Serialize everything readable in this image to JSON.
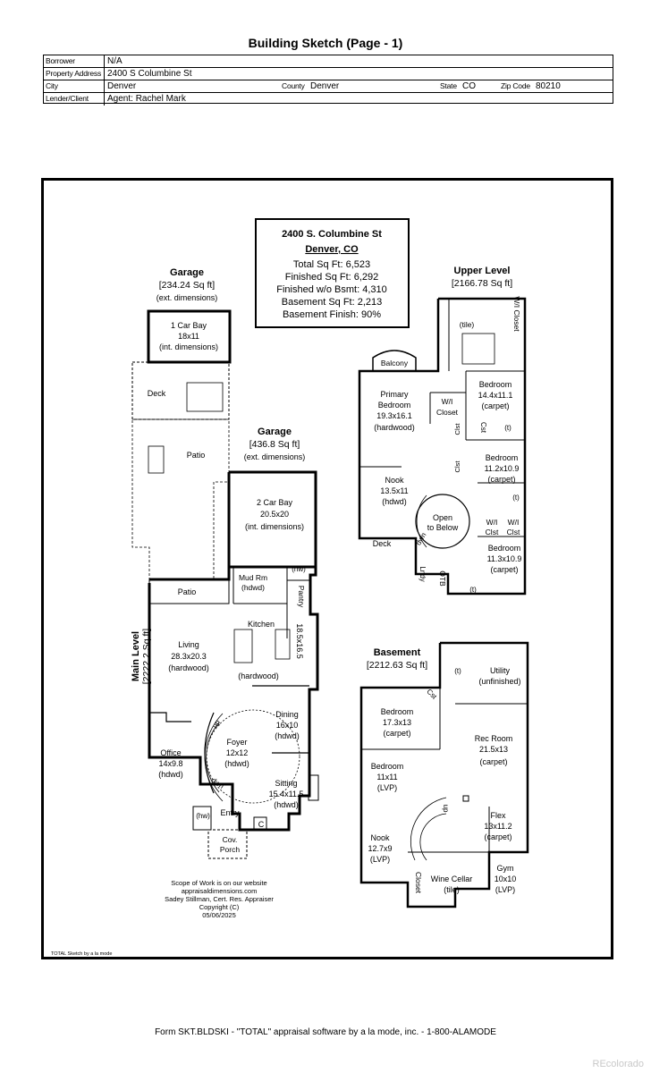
{
  "form_title": "Building Sketch (Page - 1)",
  "header": {
    "borrower_label": "Borrower",
    "borrower_value": "N/A",
    "property_label": "Property Address",
    "property_value": "2400 S Columbine St",
    "city_label": "City",
    "city_value": "Denver",
    "county_label": "County",
    "county_value": "Denver",
    "state_label": "State",
    "state_value": "CO",
    "zip_label": "Zip Code",
    "zip_value": "80210",
    "lender_label": "Lender/Client",
    "lender_value": "Agent: Rachel Mark"
  },
  "summary": {
    "address": "2400 S. Columbine St",
    "city": "Denver, CO",
    "total": "Total Sq Ft: 6,523",
    "finished": "Finished Sq Ft: 6,292",
    "finished_wo_bsmt": "Finished w/o Bsmt: 4,310",
    "basement": "Basement Sq Ft: 2,213",
    "basement_finish": "Basement Finish: 90%"
  },
  "garage1": {
    "title": "Garage",
    "sqft": "[234.24 Sq ft]",
    "ext": "(ext. dimensions)",
    "room_name": "1 Car Bay",
    "room_dim": "18x11",
    "room_note": "(int. dimensions)"
  },
  "garage2": {
    "title": "Garage",
    "sqft": "[436.8 Sq ft]",
    "ext": "(ext. dimensions)",
    "room_name": "2 Car Bay",
    "room_dim": "20.5x20",
    "room_note": "(int. dimensions)"
  },
  "main_level": {
    "title": "Main Level",
    "sqft": "[2222.2 Sq ft]",
    "deck": "Deck",
    "patio1": "Patio",
    "patio2": "Patio",
    "mud_name": "Mud Rm",
    "mud_floor": "(hdwd)",
    "hw1": "(hw)",
    "pantry": "Pantry",
    "kitchen": "Kitchen",
    "kitchen_dim": "18.5x16.5",
    "kitchen_floor": "(hardwood)",
    "living_name": "Living",
    "living_dim": "28.3x20.3",
    "living_floor": "(hardwood)",
    "dining_name": "Dining",
    "dining_dim": "16x10",
    "dining_floor": "(hdwd)",
    "office_name": "Office",
    "office_dim": "14x9.8",
    "office_floor": "(hdwd)",
    "foyer_name": "Foyer",
    "foyer_dim": "12x12",
    "foyer_floor": "(hdwd)",
    "sitting_name": "Sitting",
    "sitting_dim": "15.4x11.5",
    "sitting_floor": "(hdwd)",
    "up": "up",
    "dwn": "dwn",
    "hw2": "(hw)",
    "entry": "Entry",
    "c": "C",
    "porch1": "Cov.",
    "porch2": "Porch"
  },
  "notes": {
    "line1": "Scope of Work is on our website",
    "line2": "appraisaldimensions.com",
    "line3": "Sadey Stillman, Cert. Res. Appraiser",
    "line4": "Copyright (C)",
    "line5": "05/06/2025",
    "sketch_credit": "TOTAL Sketch by a la mode"
  },
  "upper_level": {
    "title": "Upper Level",
    "sqft": "[2166.78 Sq ft]",
    "tile": "(tile)",
    "wi_closet_top": "W/I Closet",
    "balcony": "Balcony",
    "primary_name": "Primary",
    "primary_name2": "Bedroom",
    "primary_dim": "19.3x16.1",
    "primary_floor": "(hardwood)",
    "wi_a": "W/I",
    "wi_b": "Closet",
    "bed1_name": "Bedroom",
    "bed1_dim": "14.4x11.1",
    "bed1_floor": "(carpet)",
    "t": "(t)",
    "cst": "Cst",
    "clst": "Clst",
    "bed2_name": "Bedroom",
    "bed2_dim": "11.2x10.9",
    "bed2_floor": "(carpet)",
    "nook_name": "Nook",
    "nook_dim": "13.5x11",
    "nook_floor": "(hdwd)",
    "open1": "Open",
    "open2": "to Below",
    "dwn": "dwn",
    "wi": "W/I",
    "wi_clst": "Clst",
    "bed3_name": "Bedroom",
    "bed3_dim": "11.3x10.9",
    "bed3_floor": "(carpet)",
    "deck": "Deck",
    "lndy": "Lndy",
    "otb": "OTB"
  },
  "basement": {
    "title": "Basement",
    "sqft": "[2212.63 Sq ft]",
    "utility_name": "Utility",
    "utility_floor": "(unfinished)",
    "cst": "Cst",
    "bed1_name": "Bedroom",
    "bed1_dim": "17.3x13",
    "bed1_floor": "(carpet)",
    "rec_name": "Rec Room",
    "rec_dim": "21.5x13",
    "rec_floor": "(carpet)",
    "bed2_name": "Bedroom",
    "bed2_dim": "11x11",
    "bed2_floor": "(LVP)",
    "flex_name": "Flex",
    "flex_dim": "13x11.2",
    "flex_floor": "(carpet)",
    "up": "up",
    "nook_name": "Nook",
    "nook_dim": "12.7x9",
    "nook_floor": "(LVP)",
    "wine_name": "Wine Cellar",
    "wine_floor": "(tile)",
    "closet": "Closet",
    "gym_name": "Gym",
    "gym_dim": "10x10",
    "gym_floor": "(LVP)",
    "t": "(t)"
  },
  "footer": "Form SKT.BLDSKI - \"TOTAL\" appraisal software by a la mode, inc. - 1-800-ALAMODE",
  "watermark": "REcolorado"
}
